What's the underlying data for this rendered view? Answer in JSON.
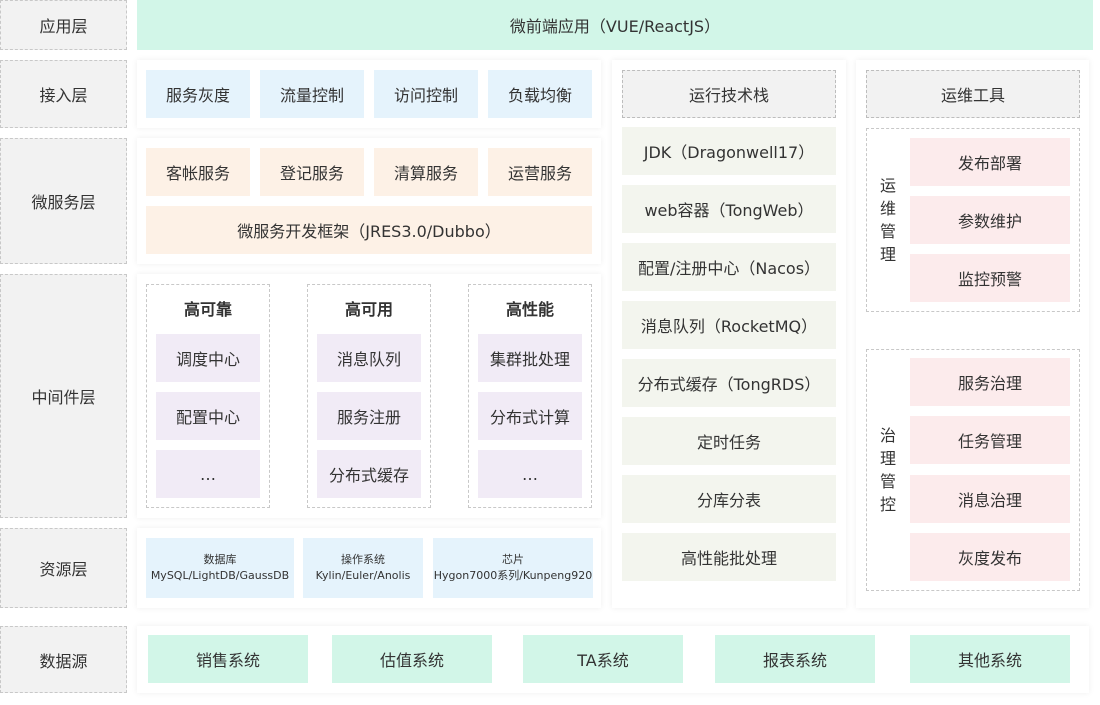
{
  "layers": {
    "app": "应用层",
    "access": "接入层",
    "microservice": "微服务层",
    "middleware": "中间件层",
    "resource": "资源层",
    "datasource": "数据源"
  },
  "app_banner": "微前端应用（VUE/ReactJS）",
  "access_items": [
    "服务灰度",
    "流量控制",
    "访问控制",
    "负载均衡"
  ],
  "microservice_items": [
    "客帐服务",
    "登记服务",
    "清算服务",
    "运营服务"
  ],
  "microservice_framework": "微服务开发框架（JRES3.0/Dubbo）",
  "middleware_groups": [
    {
      "title": "高可靠",
      "items": [
        "调度中心",
        "配置中心",
        "…"
      ]
    },
    {
      "title": "高可用",
      "items": [
        "消息队列",
        "服务注册",
        "分布式缓存"
      ]
    },
    {
      "title": "高性能",
      "items": [
        "集群批处理",
        "分布式计算",
        "…"
      ]
    }
  ],
  "resources": [
    {
      "title": "数据库",
      "detail": "MySQL/LightDB/GaussDB"
    },
    {
      "title": "操作系统",
      "detail": "Kylin/Euler/Anolis"
    },
    {
      "title": "芯片",
      "detail": "Hygon7000系列/Kunpeng920"
    }
  ],
  "datasources": [
    "销售系统",
    "估值系统",
    "TA系统",
    "报表系统",
    "其他系统"
  ],
  "tech_stack": {
    "header": "运行技术栈",
    "items": [
      "JDK（Dragonwell17）",
      "web容器（TongWeb）",
      "配置/注册中心（Nacos）",
      "消息队列（RocketMQ）",
      "分布式缓存（TongRDS）",
      "定时任务",
      "分库分表",
      "高性能批处理"
    ]
  },
  "ops_tools": {
    "header": "运维工具",
    "ops_group": {
      "label": "运维管理",
      "items": [
        "发布部署",
        "参数维护",
        "监控预警"
      ]
    },
    "gov_group": {
      "label": "治理管控",
      "items": [
        "服务治理",
        "任务管理",
        "消息治理",
        "灰度发布"
      ]
    }
  },
  "colors": {
    "mint": "#d2f6e8",
    "blue": "#e5f3fc",
    "peach": "#fdf1e6",
    "lavender": "#f1ebf6",
    "cream": "#f3f5ee",
    "pink": "#fcebec",
    "label_bg": "#f2f2f2"
  }
}
